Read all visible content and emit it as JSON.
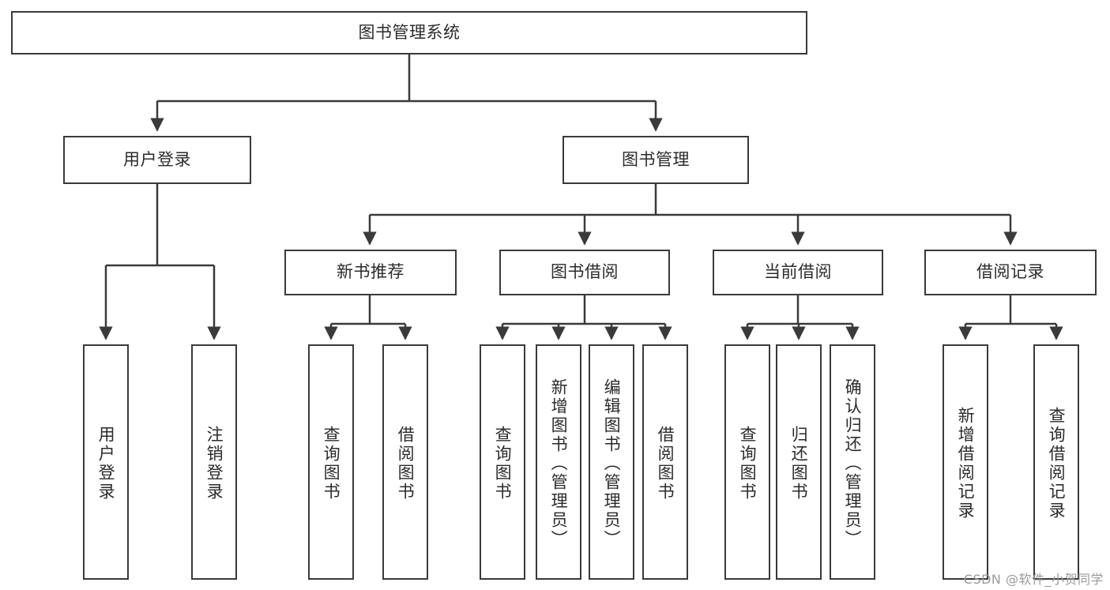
{
  "diagram": {
    "type": "tree-hierarchy",
    "title_node": {
      "label": "图书管理系统"
    },
    "level2": [
      {
        "id": "user-login",
        "label": "用户登录"
      },
      {
        "id": "book-management",
        "label": "图书管理"
      }
    ],
    "level3": [
      {
        "id": "new-book-recommend",
        "label": "新书推荐",
        "parent": "book-management"
      },
      {
        "id": "book-borrow",
        "label": "图书借阅",
        "parent": "book-management"
      },
      {
        "id": "current-borrow",
        "label": "当前借阅",
        "parent": "book-management"
      },
      {
        "id": "borrow-record",
        "label": "借阅记录",
        "parent": "book-management"
      }
    ],
    "leaves": [
      {
        "id": "leaf-user-login",
        "label": "用户登录",
        "parent": "user-login"
      },
      {
        "id": "leaf-logout",
        "label": "注销登录",
        "parent": "user-login"
      },
      {
        "id": "leaf-query-book-1",
        "label": "查询图书",
        "parent": "new-book-recommend"
      },
      {
        "id": "leaf-borrow-book-1",
        "label": "借阅图书",
        "parent": "new-book-recommend"
      },
      {
        "id": "leaf-query-book-2",
        "label": "查询图书",
        "parent": "book-borrow"
      },
      {
        "id": "leaf-add-book",
        "label": "新增图书（管理员）",
        "parent": "book-borrow"
      },
      {
        "id": "leaf-edit-book",
        "label": "编辑图书（管理员）",
        "parent": "book-borrow"
      },
      {
        "id": "leaf-borrow-book-2",
        "label": "借阅图书",
        "parent": "book-borrow"
      },
      {
        "id": "leaf-query-book-3",
        "label": "查询图书",
        "parent": "current-borrow"
      },
      {
        "id": "leaf-return-book",
        "label": "归还图书",
        "parent": "current-borrow"
      },
      {
        "id": "leaf-confirm-return",
        "label": "确认归还（管理员）",
        "parent": "current-borrow"
      },
      {
        "id": "leaf-add-record",
        "label": "新增借阅记录",
        "parent": "borrow-record"
      },
      {
        "id": "leaf-query-record",
        "label": "查询借阅记录",
        "parent": "borrow-record"
      }
    ]
  },
  "watermark": {
    "text": "CSDN @软件_小贺同学"
  },
  "colors": {
    "stroke": "#3a3a3a",
    "background": "#ffffff",
    "text": "#2b2b2b",
    "watermark": "#9a9a9a"
  }
}
